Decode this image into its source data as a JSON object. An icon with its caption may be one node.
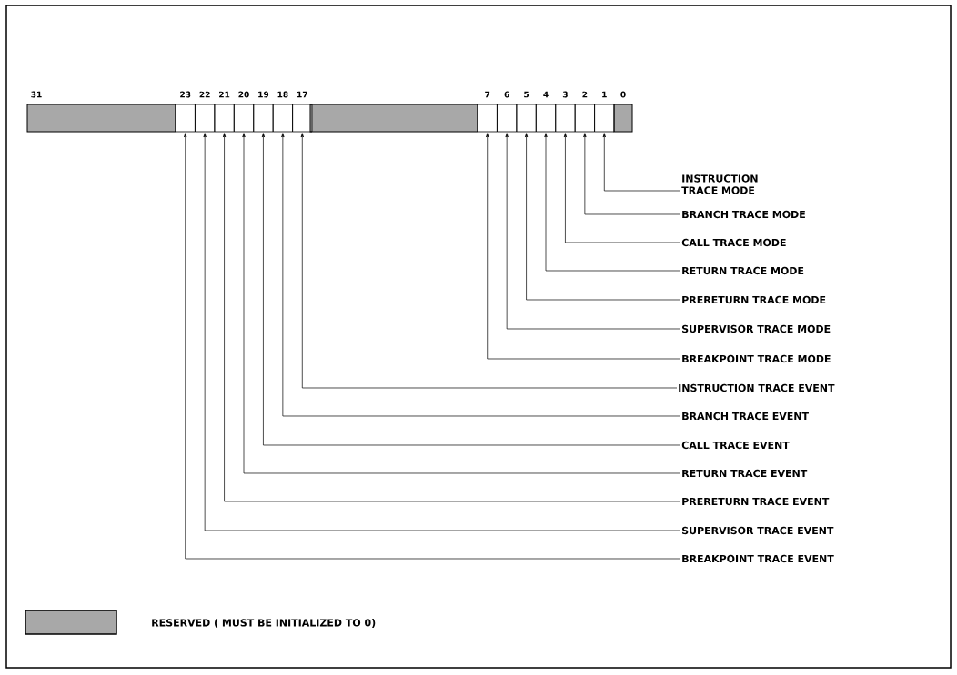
{
  "diagram": {
    "nodes": [
      {
        "text": [],
        "shape": "box"
      },
      {
        "text": [],
        "shape": "box"
      },
      {
        "text": [],
        "shape": "box"
      },
      {
        "text": [],
        "shape": "box"
      },
      {
        "text": [],
        "shape": "box"
      },
      {
        "text": [],
        "shape": "box"
      },
      {
        "text": [],
        "shape": "box"
      },
      {
        "text": [],
        "shape": "box"
      },
      {
        "text": [],
        "shape": "box"
      },
      {
        "text": [],
        "shape": "box"
      },
      {
        "text": [],
        "shape": "box"
      },
      {
        "text": [],
        "shape": "box"
      },
      {
        "text": [],
        "shape": "box"
      },
      {
        "text": [],
        "shape": "box"
      },
      {
        "text": [
          "INSTRUCTION TRACE MODE"
        ]
      },
      {
        "text": [
          "BRANCH TRACE MODE"
        ]
      },
      {
        "text": [
          "CALL TRACE MODE"
        ]
      },
      {
        "text": [
          "RETURN TRACE MODE"
        ]
      },
      {
        "text": [
          "PRERETURN TRACE MODE"
        ]
      },
      {
        "text": [
          "SUPERVISOR TRACE MODE"
        ]
      },
      {
        "text": [
          "BREAKPOINT TRACE MODE"
        ]
      },
      {
        "text": [
          "INSTRUCTION TRACE EVENT"
        ]
      },
      {
        "text": [
          "BRANCH TRACE EVENT"
        ]
      },
      {
        "text": [
          "CALL TRACE EVENT"
        ]
      },
      {
        "text": [
          "RETURN TRACE EVENT"
        ]
      },
      {
        "text": [
          "PRERETURN TRACE EVENT"
        ]
      },
      {
        "text": [
          "SUPERVISOR TRACE EVENT"
        ]
      },
      {
        "text": [
          "BREAKPOINT TRACE EVENT"
        ]
      }
    ],
    "edges": [
      {
        "from": 14,
        "to": 13,
        "arrow": "to"
      },
      {
        "from": 15,
        "to": 12,
        "arrow": "to"
      },
      {
        "from": 16,
        "to": 11,
        "arrow": "to"
      },
      {
        "from": 17,
        "to": 10,
        "arrow": "to"
      },
      {
        "from": 18,
        "to": 9,
        "arrow": "to"
      },
      {
        "from": 19,
        "to": 8,
        "arrow": "to"
      },
      {
        "from": 20,
        "to": 7,
        "arrow": "to"
      },
      {
        "from": 21,
        "to": 6,
        "arrow": "to"
      },
      {
        "from": 22,
        "to": 5,
        "arrow": "to"
      },
      {
        "from": 23,
        "to": 4,
        "arrow": "to"
      },
      {
        "from": 24,
        "to": 3,
        "arrow": "to"
      },
      {
        "from": 25,
        "to": 2,
        "arrow": "to"
      },
      {
        "from": 26,
        "to": 1,
        "arrow": "to"
      },
      {
        "from": 27,
        "to": 0,
        "arrow": "to"
      }
    ],
    "labels": [
      "31",
      "23",
      "22",
      "21",
      "20",
      "19",
      "18",
      "17",
      "7",
      "6",
      "5",
      "4",
      "3",
      "2",
      "1",
      "0"
    ],
    "legend": [
      {
        "text": "RESERVED ( MUST BE INITIALIZED TO 0)",
        "color": "#a8a8a8"
      }
    ]
  }
}
